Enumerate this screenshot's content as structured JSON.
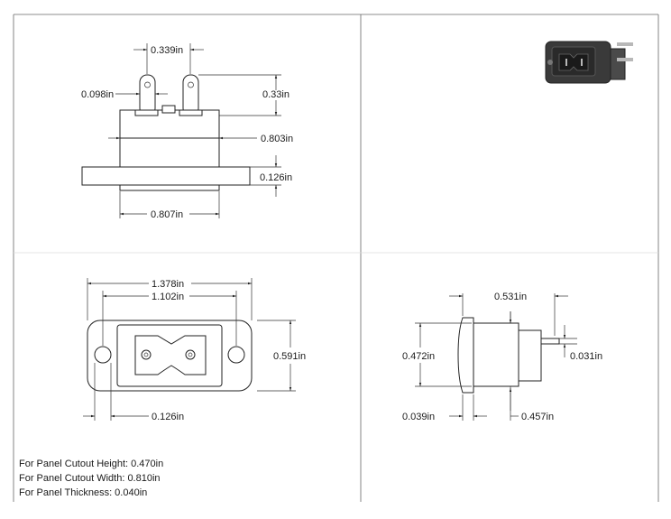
{
  "dimensions": {
    "pin_spacing": "0.339in",
    "pin_width": "0.098in",
    "pin_height": "0.33in",
    "body_height": "0.803in",
    "flange_thickness": "0.126in",
    "body_width": "0.807in",
    "overall_width": "1.378in",
    "hole_spacing": "1.102in",
    "front_height": "0.591in",
    "hole_diameter": "0.126in",
    "side_depth": "0.531in",
    "side_height": "0.472in",
    "pin_thickness": "0.031in",
    "flange_depth": "0.039in",
    "body_depth": "0.457in"
  },
  "notes": [
    "For Panel Cutout Height: 0.470in",
    "For Panel Cutout Width: 0.810in",
    "For Panel Thickness: 0.040in"
  ],
  "colors": {
    "line": "#222222",
    "photo_body": "#3a3a3a",
    "photo_metal": "#b8b8b8"
  }
}
